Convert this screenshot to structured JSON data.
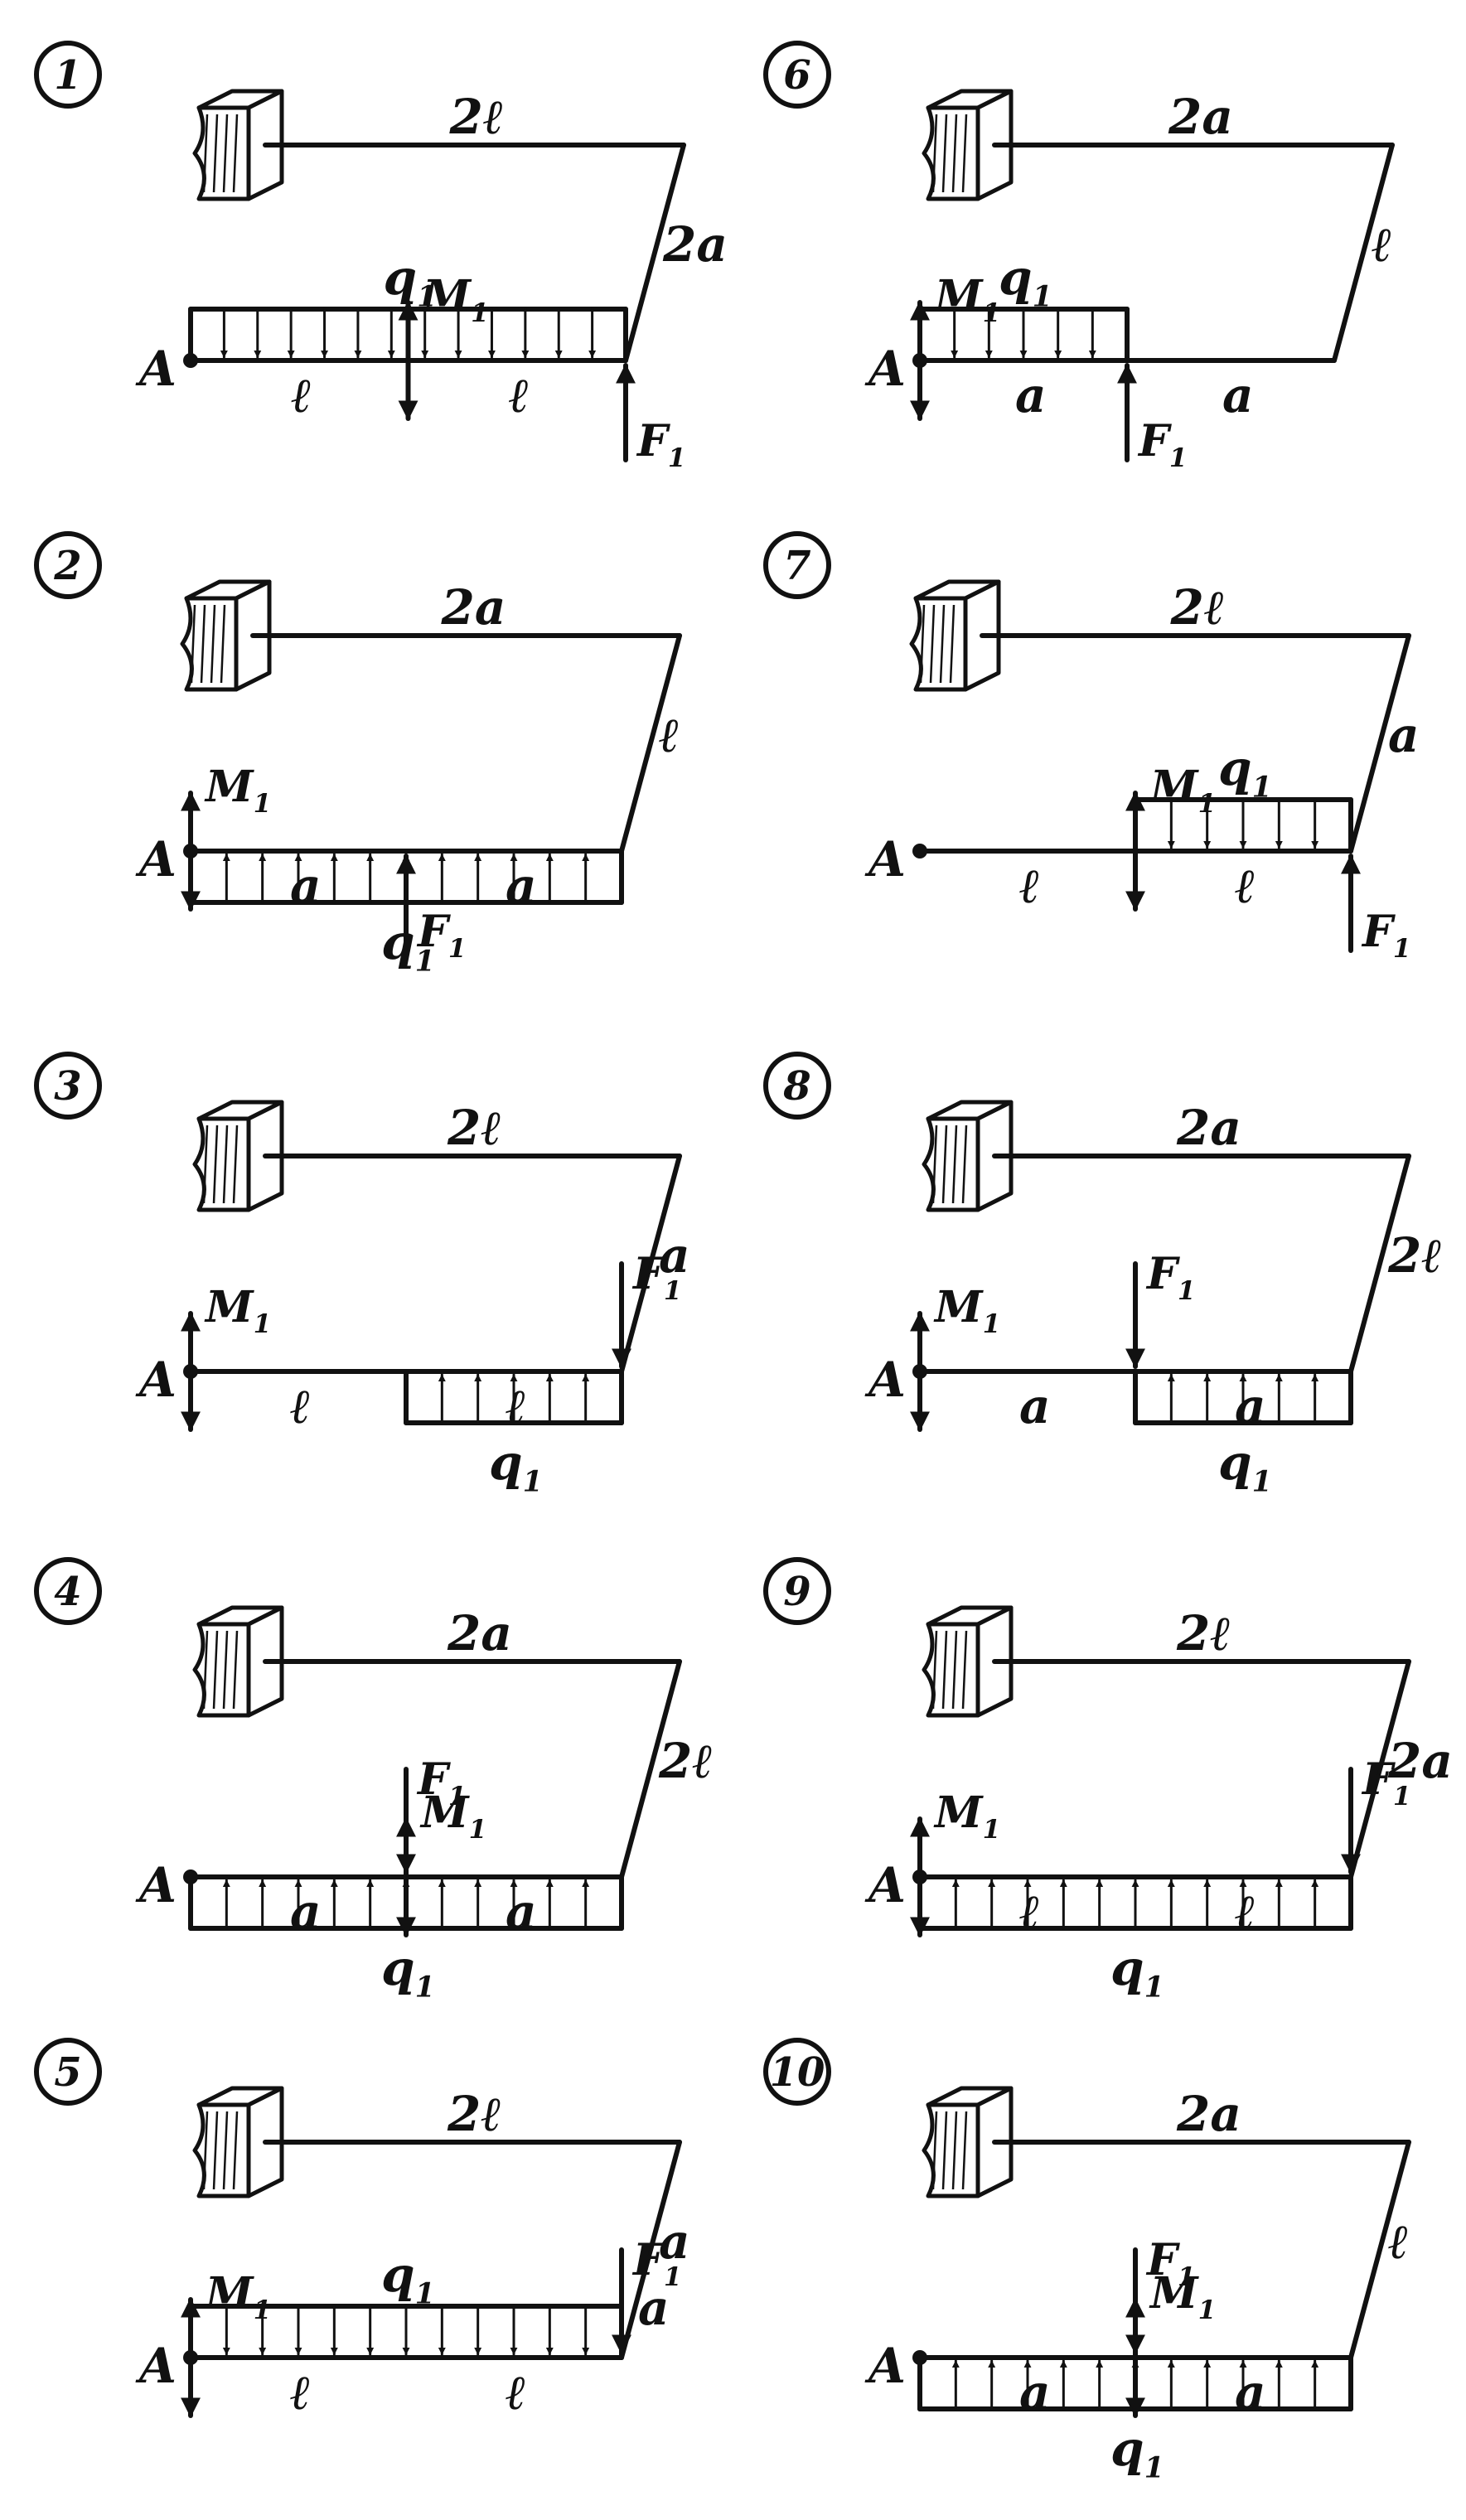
{
  "colors": {
    "ink": "#111111",
    "paper": "#ffffff"
  },
  "diagrams": [
    {
      "number": "1",
      "top": "2ℓ",
      "side": "2a",
      "seg1": "ℓ",
      "seg2": "ℓ",
      "point": "A",
      "load": "q1",
      "force": "F1",
      "moment": "M1"
    },
    {
      "number": "2",
      "top": "2a",
      "side": "ℓ",
      "seg1": "a",
      "seg2": "a",
      "point": "A",
      "load": "q1",
      "force": "F1",
      "moment": "M1"
    },
    {
      "number": "3",
      "top": "2ℓ",
      "side": "a",
      "seg1": "ℓ",
      "seg2": "ℓ",
      "point": "A",
      "load": "q1",
      "force": "F1",
      "moment": "M1"
    },
    {
      "number": "4",
      "top": "2a",
      "side": "2ℓ",
      "seg1": "a",
      "seg2": "a",
      "point": "A",
      "load": "q1",
      "force": "F1",
      "moment": "M1"
    },
    {
      "number": "5",
      "top": "2ℓ",
      "side": "a",
      "side2": "a",
      "seg1": "ℓ",
      "seg2": "ℓ",
      "point": "A",
      "load": "q1",
      "force": "F1",
      "moment": "M1"
    },
    {
      "number": "6",
      "top": "2a",
      "side": "ℓ",
      "seg1": "a",
      "seg2": "a",
      "point": "A",
      "load": "q1",
      "force": "F1",
      "moment": "M1"
    },
    {
      "number": "7",
      "top": "2ℓ",
      "side": "a",
      "seg1": "ℓ",
      "seg2": "ℓ",
      "point": "A",
      "load": "q1",
      "force": "F1",
      "moment": "M1"
    },
    {
      "number": "8",
      "top": "2a",
      "side": "2ℓ",
      "seg1": "a",
      "seg2": "a",
      "point": "A",
      "load": "q1",
      "force": "F1",
      "moment": "M1"
    },
    {
      "number": "9",
      "top": "2ℓ",
      "side": "2a",
      "seg1": "ℓ",
      "seg2": "ℓ",
      "point": "A",
      "load": "q1",
      "force": "F1",
      "moment": "M1"
    },
    {
      "number": "10",
      "top": "2a",
      "side": "ℓ",
      "seg1": "a",
      "seg2": "a",
      "point": "A",
      "load": "q1",
      "force": "F1",
      "moment": "M1"
    }
  ]
}
